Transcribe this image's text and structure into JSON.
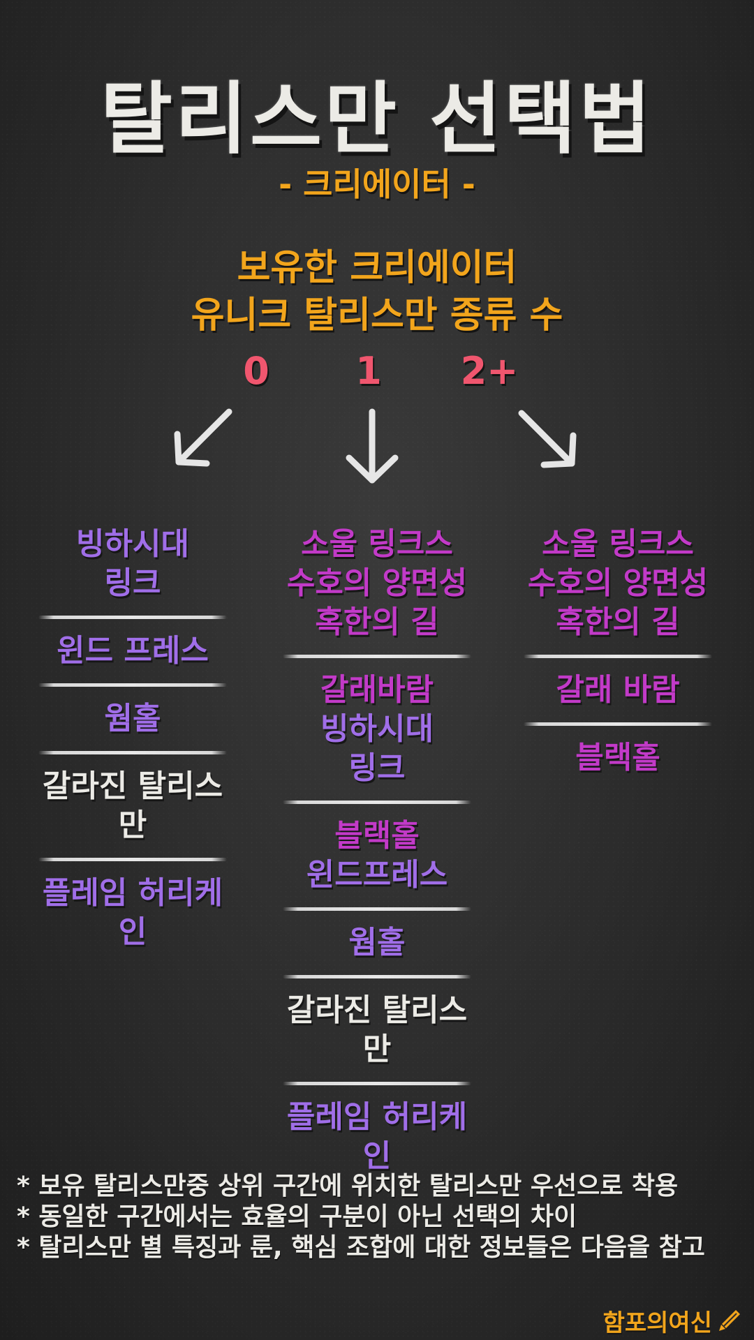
{
  "title": "탈리스만 선택법",
  "subtitle": "- 크리에이터 -",
  "question": [
    "보유한 크리에이터",
    "유니크 탈리스만 종류 수"
  ],
  "counts": [
    "0",
    "1",
    "2+"
  ],
  "columns": [
    {
      "groups": [
        {
          "lines": [
            "빙하시대",
            "링크"
          ],
          "color": "purple"
        },
        {
          "lines": [
            "윈드 프레스"
          ],
          "color": "purple"
        },
        {
          "lines": [
            "웜홀"
          ],
          "color": "purple"
        },
        {
          "lines": [
            "갈라진 탈리스만"
          ],
          "color": "white"
        },
        {
          "lines": [
            "플레임 허리케인"
          ],
          "color": "purple"
        }
      ]
    },
    {
      "groups": [
        {
          "lines": [
            "소울 링크스",
            "수호의 양면성",
            "혹한의 길"
          ],
          "color": "magenta"
        },
        {
          "lines": [
            "갈래바람",
            "빙하시대",
            "링크"
          ],
          "color": "mixed",
          "line_colors": [
            "magenta",
            "purple",
            "purple"
          ]
        },
        {
          "lines": [
            "블랙홀",
            "윈드프레스"
          ],
          "color": "mixed",
          "line_colors": [
            "magenta",
            "purple"
          ]
        },
        {
          "lines": [
            "웜홀"
          ],
          "color": "purple"
        },
        {
          "lines": [
            "갈라진 탈리스만"
          ],
          "color": "white"
        },
        {
          "lines": [
            "플레임 허리케인"
          ],
          "color": "purple"
        }
      ]
    },
    {
      "groups": [
        {
          "lines": [
            "소울 링크스",
            "수호의 양면성",
            "혹한의 길"
          ],
          "color": "magenta"
        },
        {
          "lines": [
            "갈래 바람"
          ],
          "color": "magenta"
        },
        {
          "lines": [
            "블랙홀"
          ],
          "color": "magenta"
        }
      ]
    }
  ],
  "notes": [
    "* 보유 탈리스만중 상위 구간에 위치한 탈리스만 우선으로 착용",
    "* 동일한 구간에서는 효율의 구분이 아닌 선택의 차이",
    "* 탈리스만 별 특징과 룬, 핵심 조합에 대한 정보들은 다음을 참고"
  ],
  "signature": "함포의여신",
  "colors": {
    "orange": "#f2a51c",
    "pink": "#f0566e",
    "purple": "#a06ee8",
    "magenta": "#c23ac8",
    "chalk_white": "#ecebe6",
    "board": "#2b2b2b"
  },
  "icons": [
    "arrow-down-left-icon",
    "arrow-down-icon",
    "arrow-down-right-icon",
    "pen-icon"
  ]
}
